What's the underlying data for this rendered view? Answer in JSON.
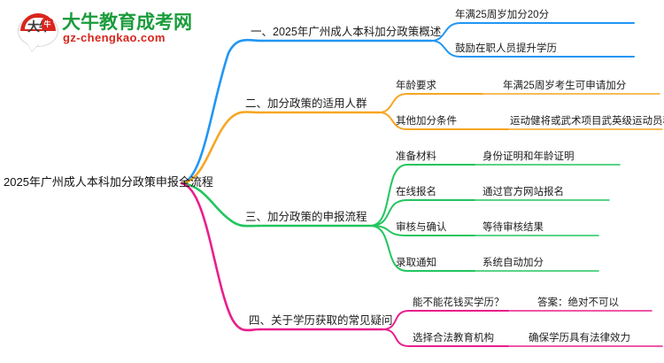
{
  "logo": {
    "mark_text": "大牛",
    "badge_text": "牛",
    "title": "大牛教育成考网",
    "subtitle": "gz-chengkao.com",
    "brand_green": "#1a9c3c",
    "brand_red": "#d8251d"
  },
  "mindmap": {
    "root": {
      "label": "2025年广州成人本科加分政策申报全流程"
    },
    "branches": [
      {
        "label": "一、2025年广州成人本科加分政策概述",
        "color": "#2196F3",
        "children": [
          {
            "label": "年满25周岁加分20分",
            "children": []
          },
          {
            "label": "鼓励在职人员提升学历",
            "children": []
          }
        ]
      },
      {
        "label": "二、加分政策的适用人群",
        "color": "#F5A623",
        "children": [
          {
            "label": "年龄要求",
            "children": [
              {
                "label": "年满25周岁考生可申请加分"
              }
            ]
          },
          {
            "label": "其他加分条件",
            "children": [
              {
                "label": "运动健将或武术项目武英级运动员称号"
              }
            ]
          }
        ]
      },
      {
        "label": "三、加分政策的申报流程",
        "color": "#22C55E",
        "children": [
          {
            "label": "准备材料",
            "children": [
              {
                "label": "身份证明和年龄证明"
              }
            ]
          },
          {
            "label": "在线报名",
            "children": [
              {
                "label": "通过官方网站报名"
              }
            ]
          },
          {
            "label": "审核与确认",
            "children": [
              {
                "label": "等待审核结果"
              }
            ]
          },
          {
            "label": "录取通知",
            "children": [
              {
                "label": "系统自动加分"
              }
            ]
          }
        ]
      },
      {
        "label": "四、关于学历获取的常见疑问",
        "color": "#E91E8C",
        "children": [
          {
            "label": "能不能花钱买学历？",
            "children": [
              {
                "label": "答案：绝对不可以"
              }
            ]
          },
          {
            "label": "选择合法教育机构",
            "children": [
              {
                "label": "确保学历具有法律效力"
              }
            ]
          }
        ]
      }
    ]
  }
}
